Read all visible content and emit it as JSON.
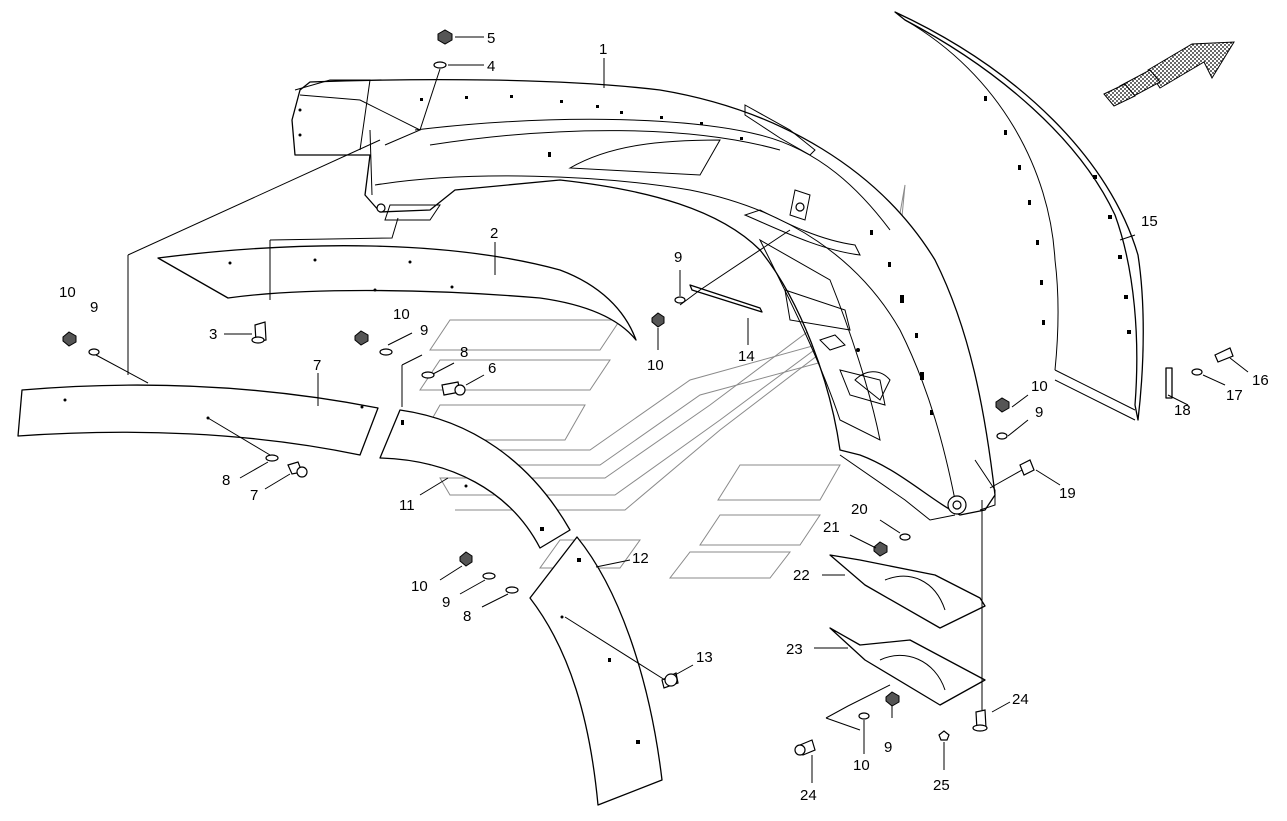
{
  "diagram": {
    "callouts": [
      "1",
      "2",
      "3",
      "4",
      "5",
      "6",
      "7",
      "7",
      "8",
      "8",
      "8",
      "9",
      "9",
      "9",
      "9",
      "9",
      "9",
      "10",
      "10",
      "10",
      "10",
      "10",
      "10",
      "11",
      "12",
      "13",
      "14",
      "15",
      "16",
      "17",
      "18",
      "19",
      "20",
      "21",
      "22",
      "23",
      "24",
      "24",
      "25"
    ]
  },
  "colors": {
    "line": "#000000",
    "ghost": "#8a8a8a",
    "background": "#ffffff",
    "arrow_fill": "#9a9a9a"
  },
  "icons": {
    "direction_arrow": "forward-direction-arrow-icon"
  }
}
